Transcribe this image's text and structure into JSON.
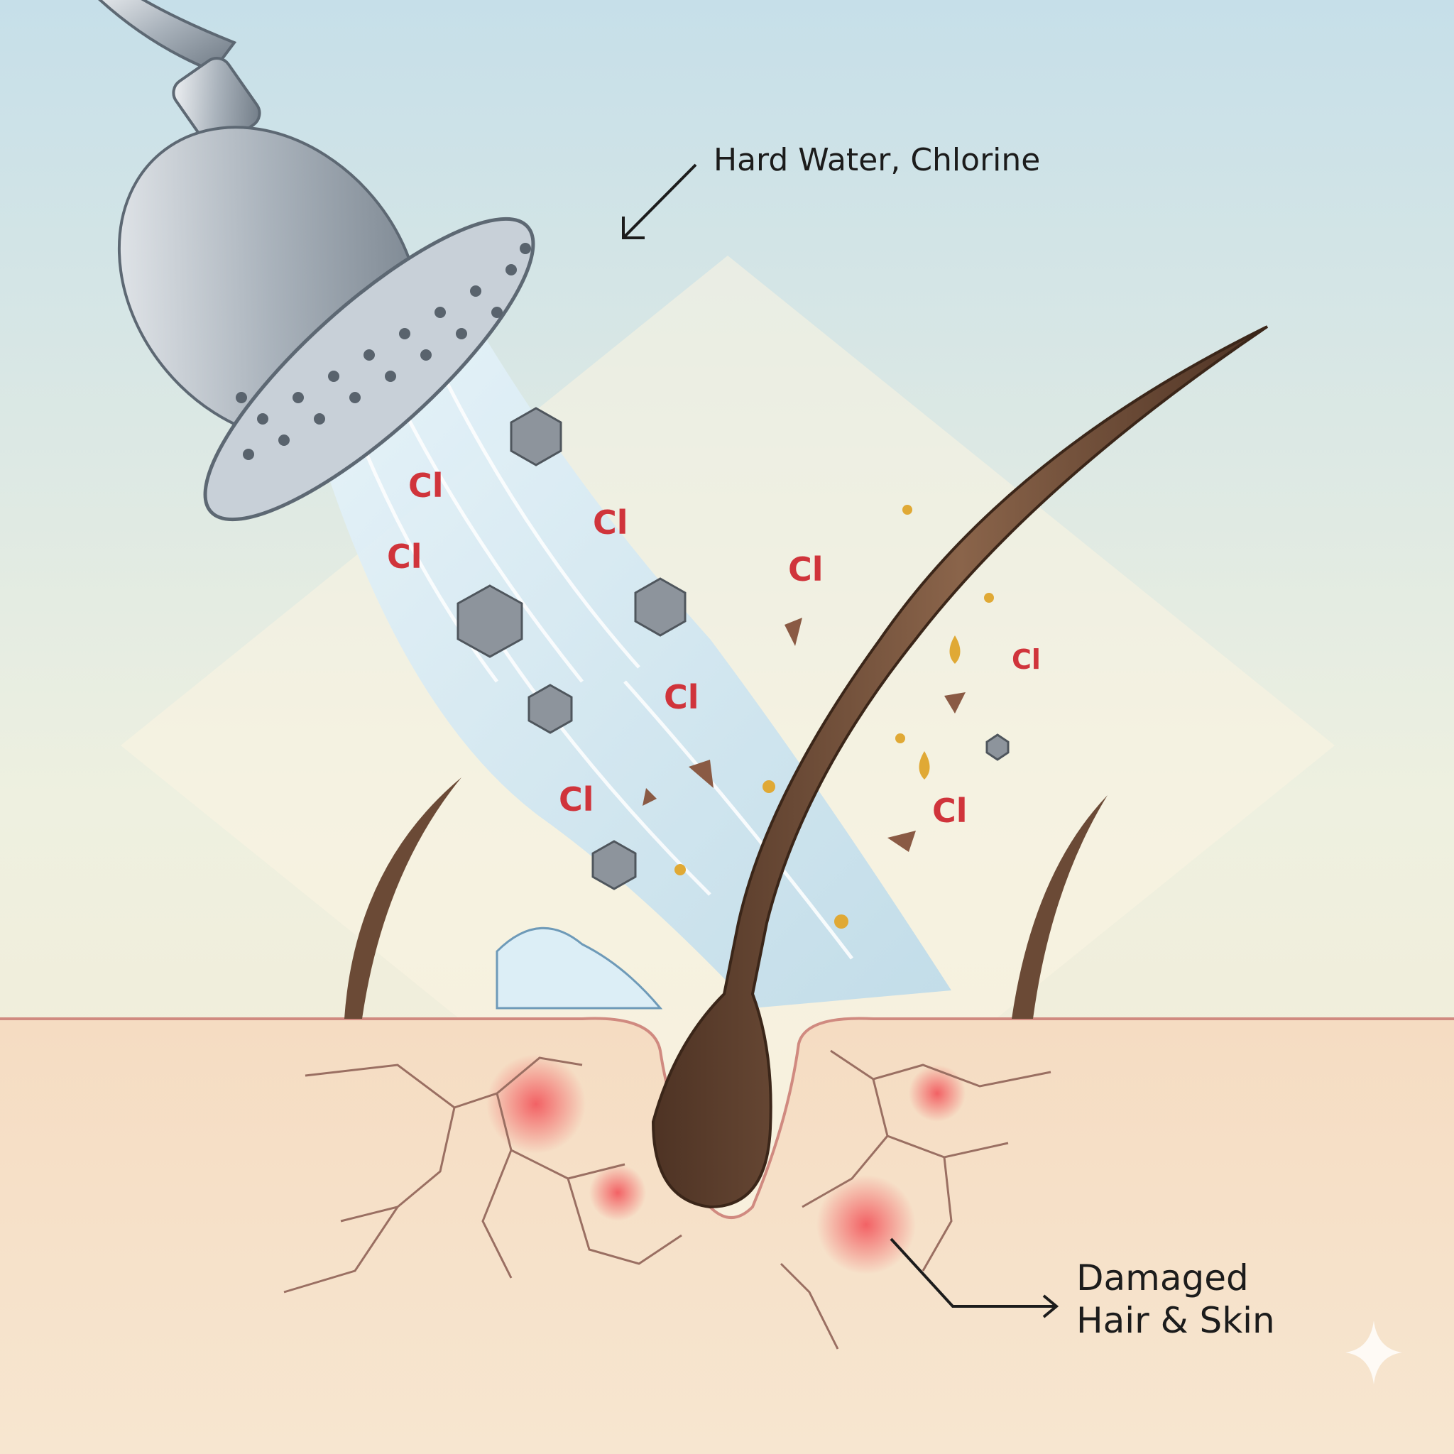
{
  "labels": {
    "top": "Hard Water, Chlorine",
    "bottom_line1": "Damaged",
    "bottom_line2": "Hair & Skin"
  },
  "particles": {
    "chlorine_symbol": "Cl"
  },
  "colors": {
    "sky_top": "#c9e1ea",
    "sky_bottom": "#f3ecd8",
    "skin": "#f6e1c8",
    "chlorine": "#d0343b",
    "hair": "#6b4a36",
    "water": "#dceef6"
  },
  "icons": [
    "shower-head-icon",
    "hair-strand-icon",
    "mineral-crystal-icon",
    "sparkle-icon"
  ]
}
